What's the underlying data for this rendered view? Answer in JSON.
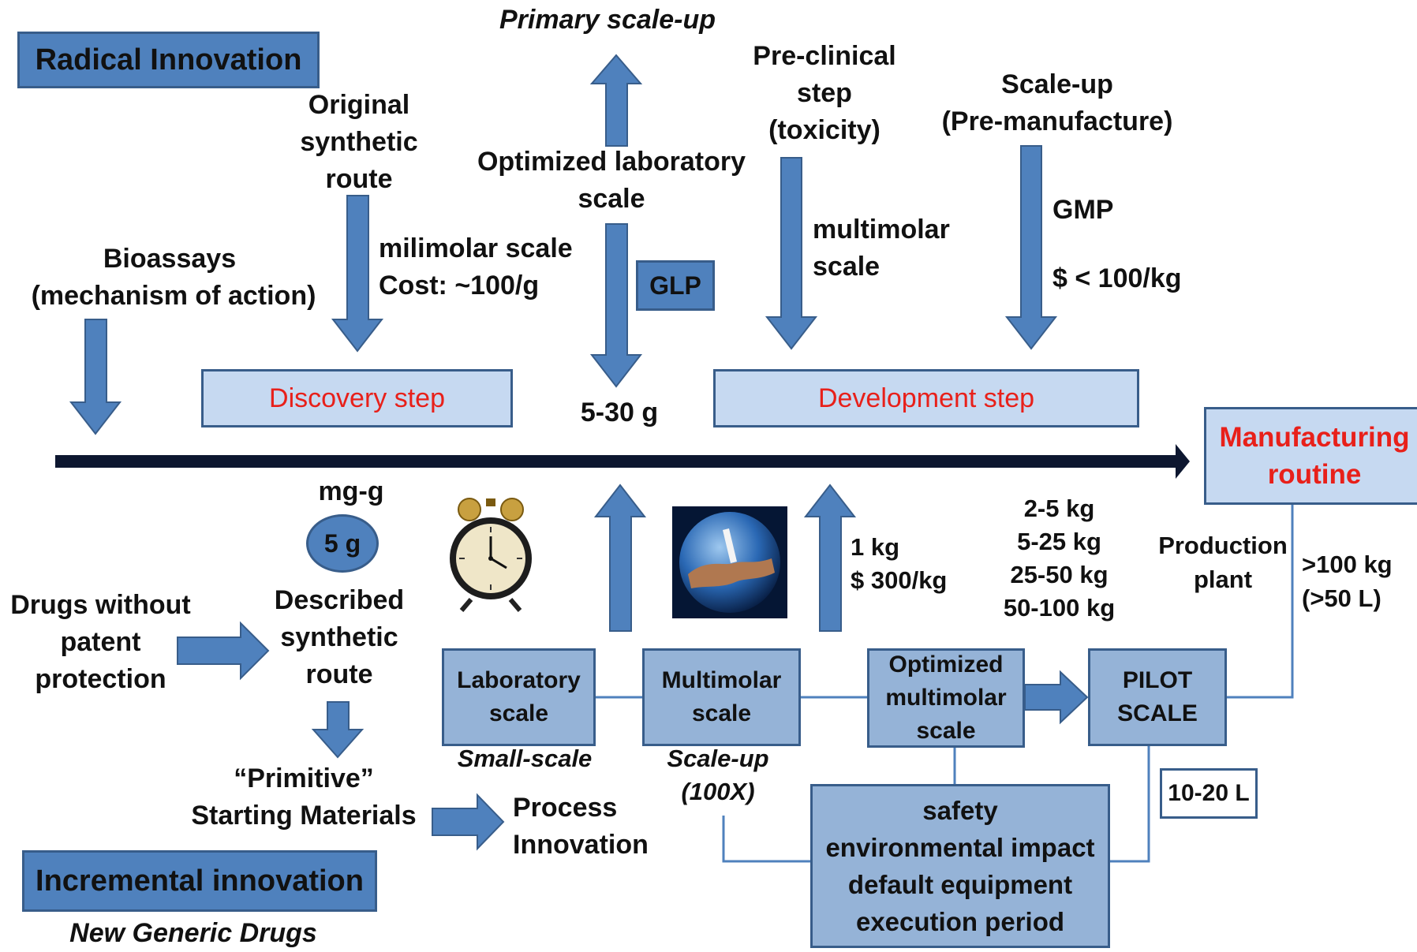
{
  "boxes": {
    "radical": "Radical Innovation",
    "incremental": "Incremental innovation",
    "discovery": "Discovery step",
    "development": "Development step",
    "manufacturing_1": "Manufacturing",
    "manufacturing_2": "routine",
    "glp": "GLP",
    "lab_1": "Laboratory",
    "lab_2": "scale",
    "multi_1": "Multimolar",
    "multi_2": "scale",
    "opt_1": "Optimized",
    "opt_2": "multimolar",
    "opt_3": "scale",
    "pilot_1": "PILOT",
    "pilot_2": "SCALE",
    "volume": "10-20 L",
    "safety_1": "safety",
    "safety_2": "environmental impact",
    "safety_3": "default equipment",
    "safety_4": "execution period",
    "five_g": "5 g"
  },
  "labels": {
    "primary_scaleup": "Primary scale-up",
    "original_1": "Original",
    "original_2": "synthetic",
    "original_3": "route",
    "bioassays_1": "Bioassays",
    "bioassays_2": "(mechanism of action)",
    "milimolar": "milimolar scale",
    "cost": "Cost:  ~100/g",
    "optimized_lab_1": "Optimized laboratory",
    "optimized_lab_2": "scale",
    "grams": "5-30 g",
    "preclinical_1": "Pre-clinical",
    "preclinical_2": "step",
    "preclinical_3": "(toxicity)",
    "multimolar_1": "multimolar",
    "multimolar_2": "scale",
    "scaleup_1": "Scale-up",
    "scaleup_2": "(Pre-manufacture)",
    "gmp": "GMP",
    "gmp_cost": "$ < 100/kg",
    "mg_g": "mg-g",
    "drugs_1": "Drugs without",
    "drugs_2": "patent",
    "drugs_3": "protection",
    "described_1": "Described",
    "described_2": "synthetic",
    "described_3": "route",
    "primitive_1": "“Primitive”",
    "primitive_2": "Starting Materials",
    "process_1": "Process",
    "process_2": "Innovation",
    "new_generic": "New Generic Drugs",
    "small_scale": "Small-scale",
    "scaleup_100x_1": "Scale-up",
    "scaleup_100x_2": "(100X)",
    "one_kg": "1 kg",
    "one_kg_cost": "$ 300/kg",
    "kg_1": "2-5 kg",
    "kg_2": "5-25 kg",
    "kg_3": "25-50 kg",
    "kg_4": "50-100 kg",
    "production_1": "Production",
    "production_2": "plant",
    "big_1": ">100 kg",
    "big_2": "(>50 L)"
  },
  "colors": {
    "dark_blue": "#4f81bd",
    "light_blue": "#c6d9f1",
    "mid_blue": "#95b3d7",
    "border": "#385d8a",
    "red_text": "#e8201a",
    "timeline": "#0d1730"
  },
  "icons": [
    "alarm-clock-icon",
    "handshake-globe-icon"
  ]
}
